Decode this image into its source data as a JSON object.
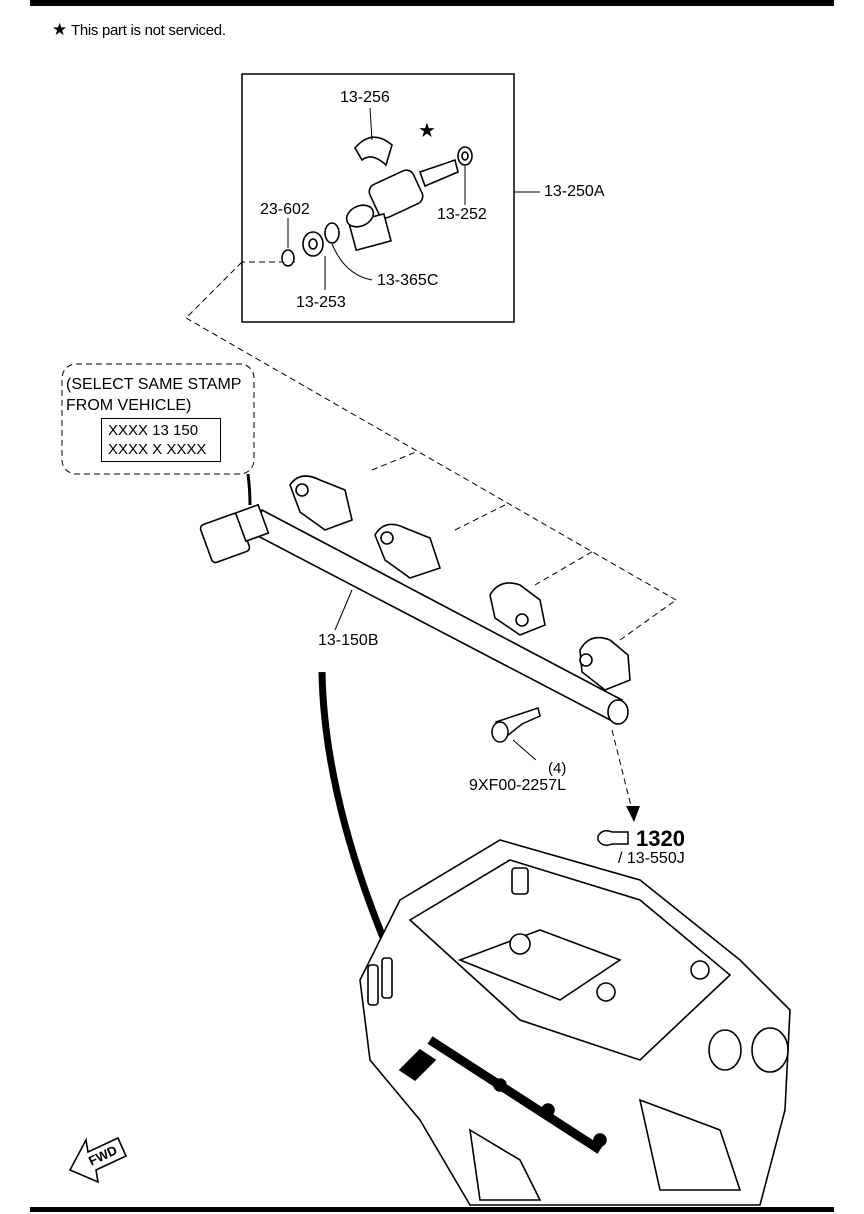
{
  "note": {
    "star_glyph": "★",
    "text": "This part is not serviced."
  },
  "injector_group": {
    "parts": {
      "clip": "13-256",
      "star": "★",
      "oring_top": "13-252",
      "assembly": "13-250A",
      "seal_small": "23-602",
      "seal_ring": "13-365C",
      "washer": "13-253"
    }
  },
  "stamp": {
    "title_line1": "(SELECT SAME STAMP",
    "title_line2": "FROM VEHICLE)",
    "code_line1": "XXXX 13 150",
    "code_line2": "XXXX X XXXX"
  },
  "fuel_rail": {
    "part": "13-150B"
  },
  "bolt": {
    "qty": "(4)",
    "part": "9XF00-2257L"
  },
  "engine_ref": {
    "icon": "engine-ref-icon",
    "section": "1320",
    "sub": "/ 13-550J"
  },
  "orientation": {
    "label": "FWD"
  }
}
